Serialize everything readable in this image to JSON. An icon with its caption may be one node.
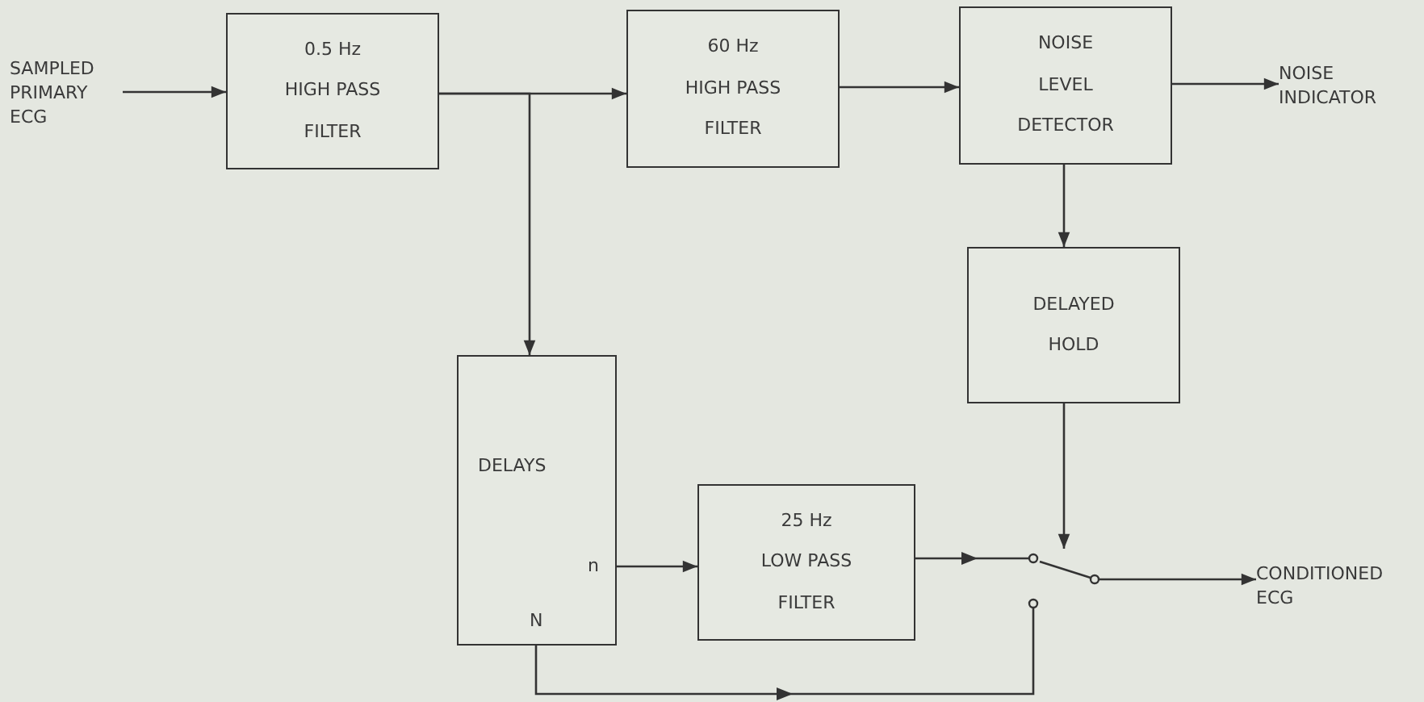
{
  "diagram": {
    "nodes": [
      {
        "text": [
          "SAMPLED PRIMARY ECG"
        ]
      },
      {
        "text": [
          "0.5 Hz",
          "HIGH PASS",
          "FILTER"
        ]
      },
      {
        "text": [
          "60 Hz",
          "HIGH PASS",
          "FILTER"
        ]
      },
      {
        "text": [
          "NOISE",
          "LEVEL",
          "DETECTOR"
        ]
      },
      {
        "text": [
          "NOISE INDICATOR"
        ]
      },
      {
        "text": [
          "DELAYED",
          "HOLD"
        ]
      },
      {
        "text": [
          "DELAYS",
          "n",
          "N"
        ]
      },
      {
        "text": [
          "25 Hz",
          "LOW PASS",
          "FILTER"
        ]
      },
      {
        "text": [],
        "shape": "switch"
      },
      {
        "text": [
          "CONDITIONED ECG"
        ]
      }
    ],
    "edges": [
      {
        "from": 0,
        "to": 1,
        "arrow": "to"
      },
      {
        "from": 1,
        "to": 2,
        "arrow": "to"
      },
      {
        "from": 1,
        "to": 6,
        "arrow": "to"
      },
      {
        "from": 2,
        "to": 3,
        "arrow": "to"
      },
      {
        "from": 3,
        "to": 4,
        "arrow": "to"
      },
      {
        "from": 3,
        "to": 5,
        "arrow": "to"
      },
      {
        "from": 6,
        "to": 7,
        "arrow": "to"
      },
      {
        "from": 7,
        "to": 8,
        "arrow": "to"
      },
      {
        "from": 5,
        "to": 8,
        "arrow": "to"
      },
      {
        "from": 6,
        "to": 8,
        "arrow": "to"
      },
      {
        "from": 8,
        "to": 9,
        "arrow": "to"
      }
    ]
  }
}
